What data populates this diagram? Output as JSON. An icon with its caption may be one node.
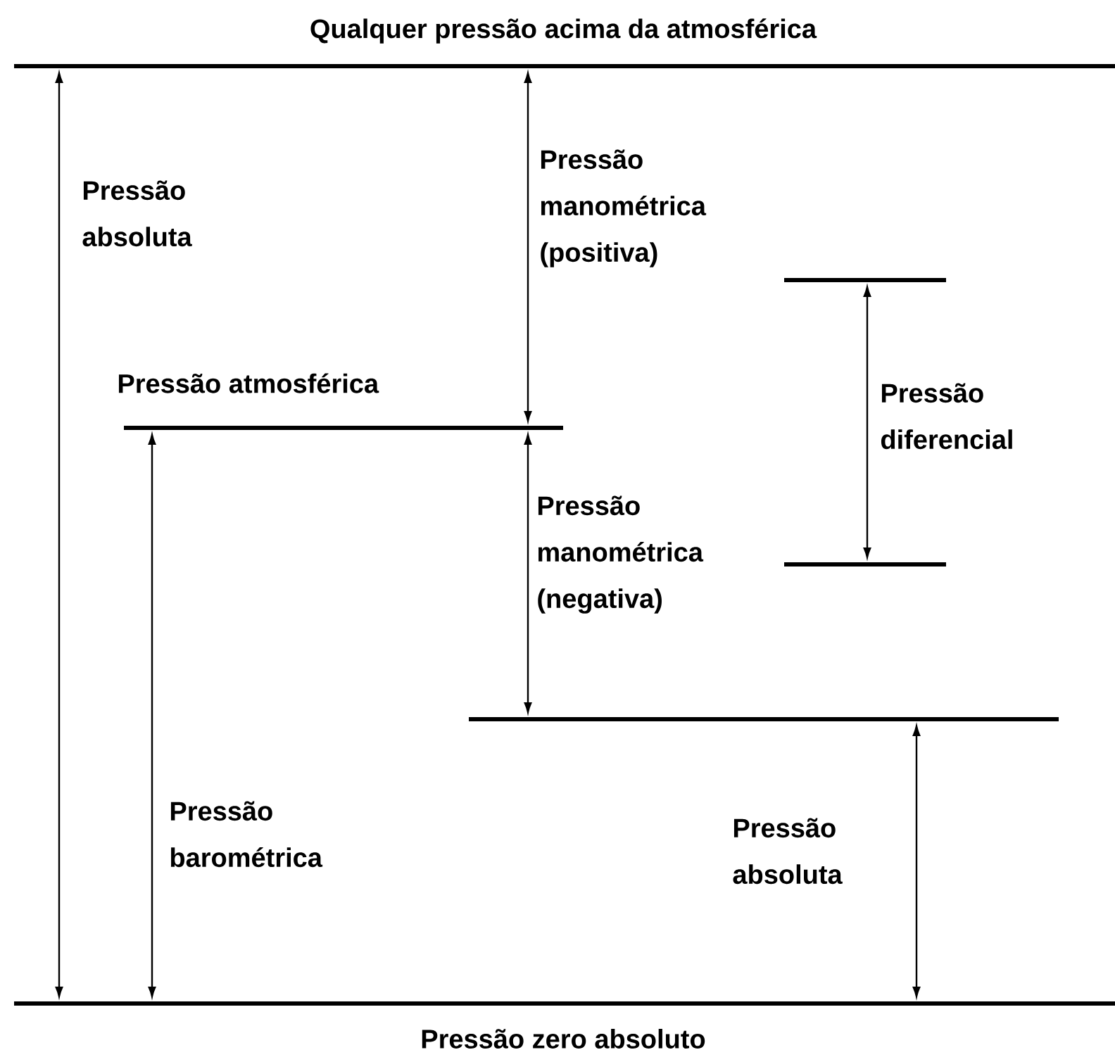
{
  "diagram": {
    "labels": [
      "Qualquer pressão acima da atmosférica",
      "Pressão absoluta",
      "Pressão manométrica (positiva)",
      "Pressão diferencial",
      "Pressão atmosférica",
      "Pressão manométrica (negativa)",
      "Pressão barométrica",
      "Pressão absoluta",
      "Pressão zero absoluto"
    ]
  }
}
